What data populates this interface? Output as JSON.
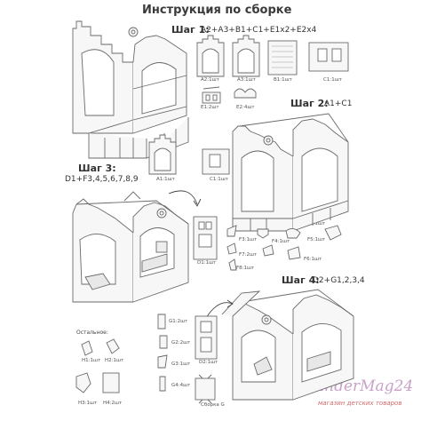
{
  "title": "Инструкция по сборке",
  "steps": [
    {
      "label": "Шаг 1:",
      "formula": "A2+A3+B1+C1+E1x2+E2x4"
    },
    {
      "label": "Шаг 2:",
      "formula": "A1+C1"
    },
    {
      "label": "Шаг 3:",
      "formula": "D1+F3,4,5,6,7,8,9"
    },
    {
      "label": "Шаг 4:",
      "formula": "D2+G1,2,3,4"
    }
  ],
  "parts_step1": [
    "A2:1шт",
    "A3:1шт",
    "B1:1шт",
    "C1:1шт",
    "E1:2шт",
    "E2:4шт"
  ],
  "parts_step2": [
    "A1:1шт",
    "C1:1шт"
  ],
  "parts_step3": [
    "D1:1шт",
    "F3:1шт",
    "F4:1шт",
    "F5:1шт",
    "F6:1шт",
    "F7:2шт",
    "F8:1шт",
    "F9:1шт"
  ],
  "parts_step4": [
    "G1:2шт",
    "G2:2шт",
    "G3:1шт",
    "G4:4шт",
    "D2:1шт"
  ],
  "rest_label": "Остальное:",
  "parts_rest": [
    "H1:1шт",
    "H2:1шт",
    "H3:1шт",
    "H4:2шт"
  ],
  "assembly_g": "Сборка G",
  "brand": "KinderMag24",
  "tagline": "магазин детских товаров",
  "colors": {
    "line": "#6a6a6a",
    "fill": "#f7f7f7",
    "brand": "#c8a2c8"
  }
}
